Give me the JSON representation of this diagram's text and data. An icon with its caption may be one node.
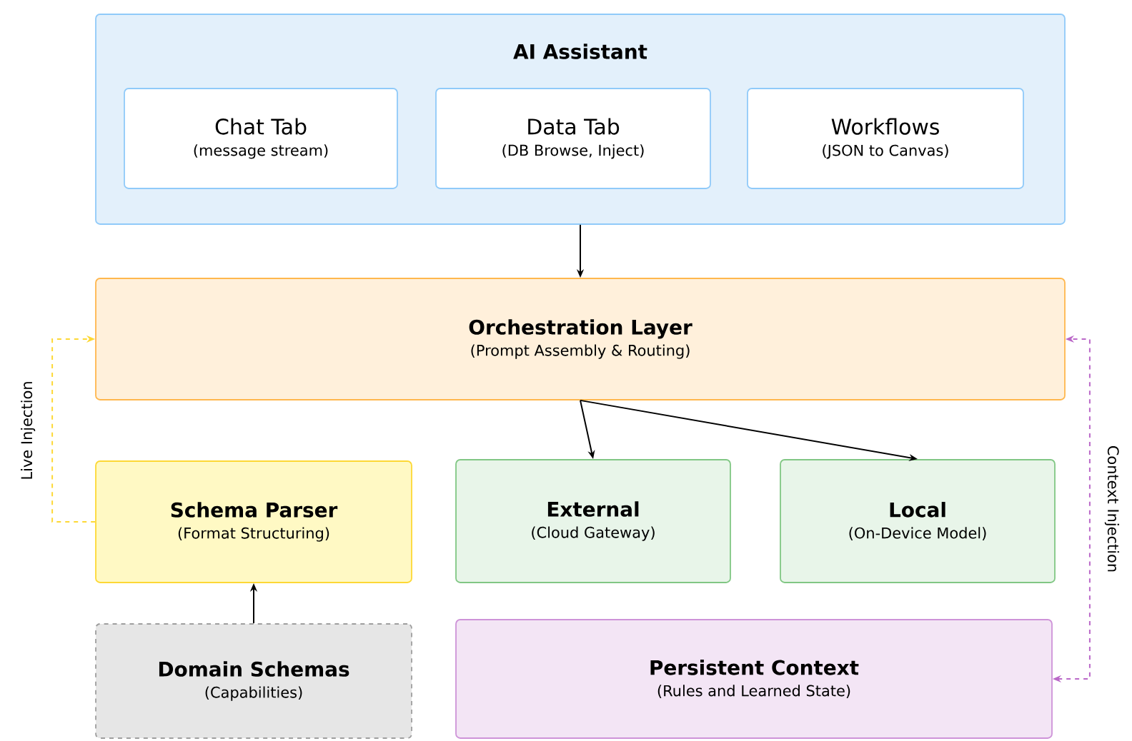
{
  "diagram": {
    "nodes": [
      {
        "text": [
          "AI Assistant"
        ]
      },
      {
        "text": [
          "Chat Tab",
          "(message stream)"
        ],
        "in": 0
      },
      {
        "text": [
          "Data Tab",
          "(DB Browse, Inject)"
        ],
        "in": 0
      },
      {
        "text": [
          "Workflows",
          "(JSON to Canvas)"
        ],
        "in": 0
      },
      {
        "text": [
          "Orchestration Layer",
          "(Prompt Assembly & Routing)"
        ]
      },
      {
        "text": [
          "Schema Parser",
          "(Format Structuring)"
        ]
      },
      {
        "text": [
          "External",
          "(Cloud Gateway)"
        ]
      },
      {
        "text": [
          "Local",
          "(On-Device Model)"
        ]
      },
      {
        "text": [
          "Domain Schemas",
          "(Capabilities)"
        ]
      },
      {
        "text": [
          "Persistent Context",
          "(Rules and Learned State)"
        ]
      }
    ],
    "edges": [
      {
        "from": 0,
        "to": 4,
        "arrow": "to"
      },
      {
        "from": 4,
        "to": 6,
        "arrow": "to"
      },
      {
        "from": 4,
        "to": 7,
        "arrow": "to"
      },
      {
        "from": 8,
        "to": 5,
        "arrow": "to"
      },
      {
        "from": 5,
        "to": 4,
        "arrow": "to",
        "label": "Live Injection",
        "style": "dashed",
        "color": "#fdd835"
      },
      {
        "from": 9,
        "to": 4,
        "arrow": "both",
        "label": "Context Injection",
        "style": "dashed",
        "color": "#ba68c8"
      }
    ]
  }
}
